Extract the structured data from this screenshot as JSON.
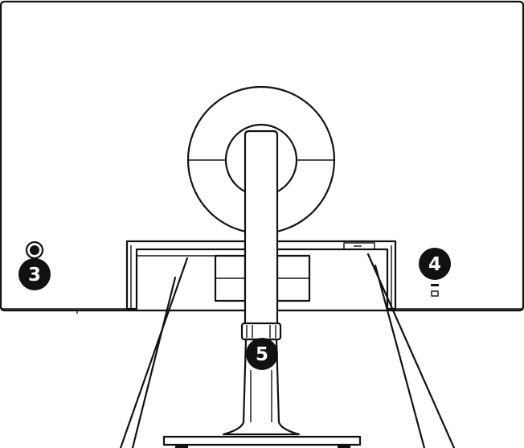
{
  "callouts": [
    {
      "id": "joystick",
      "label": "3"
    },
    {
      "id": "ports",
      "label": "4"
    },
    {
      "id": "stand",
      "label": "5"
    }
  ],
  "colors": {
    "line": "#111111",
    "badge": "#111111",
    "badge_text": "#ffffff",
    "background": "#ffffff"
  }
}
